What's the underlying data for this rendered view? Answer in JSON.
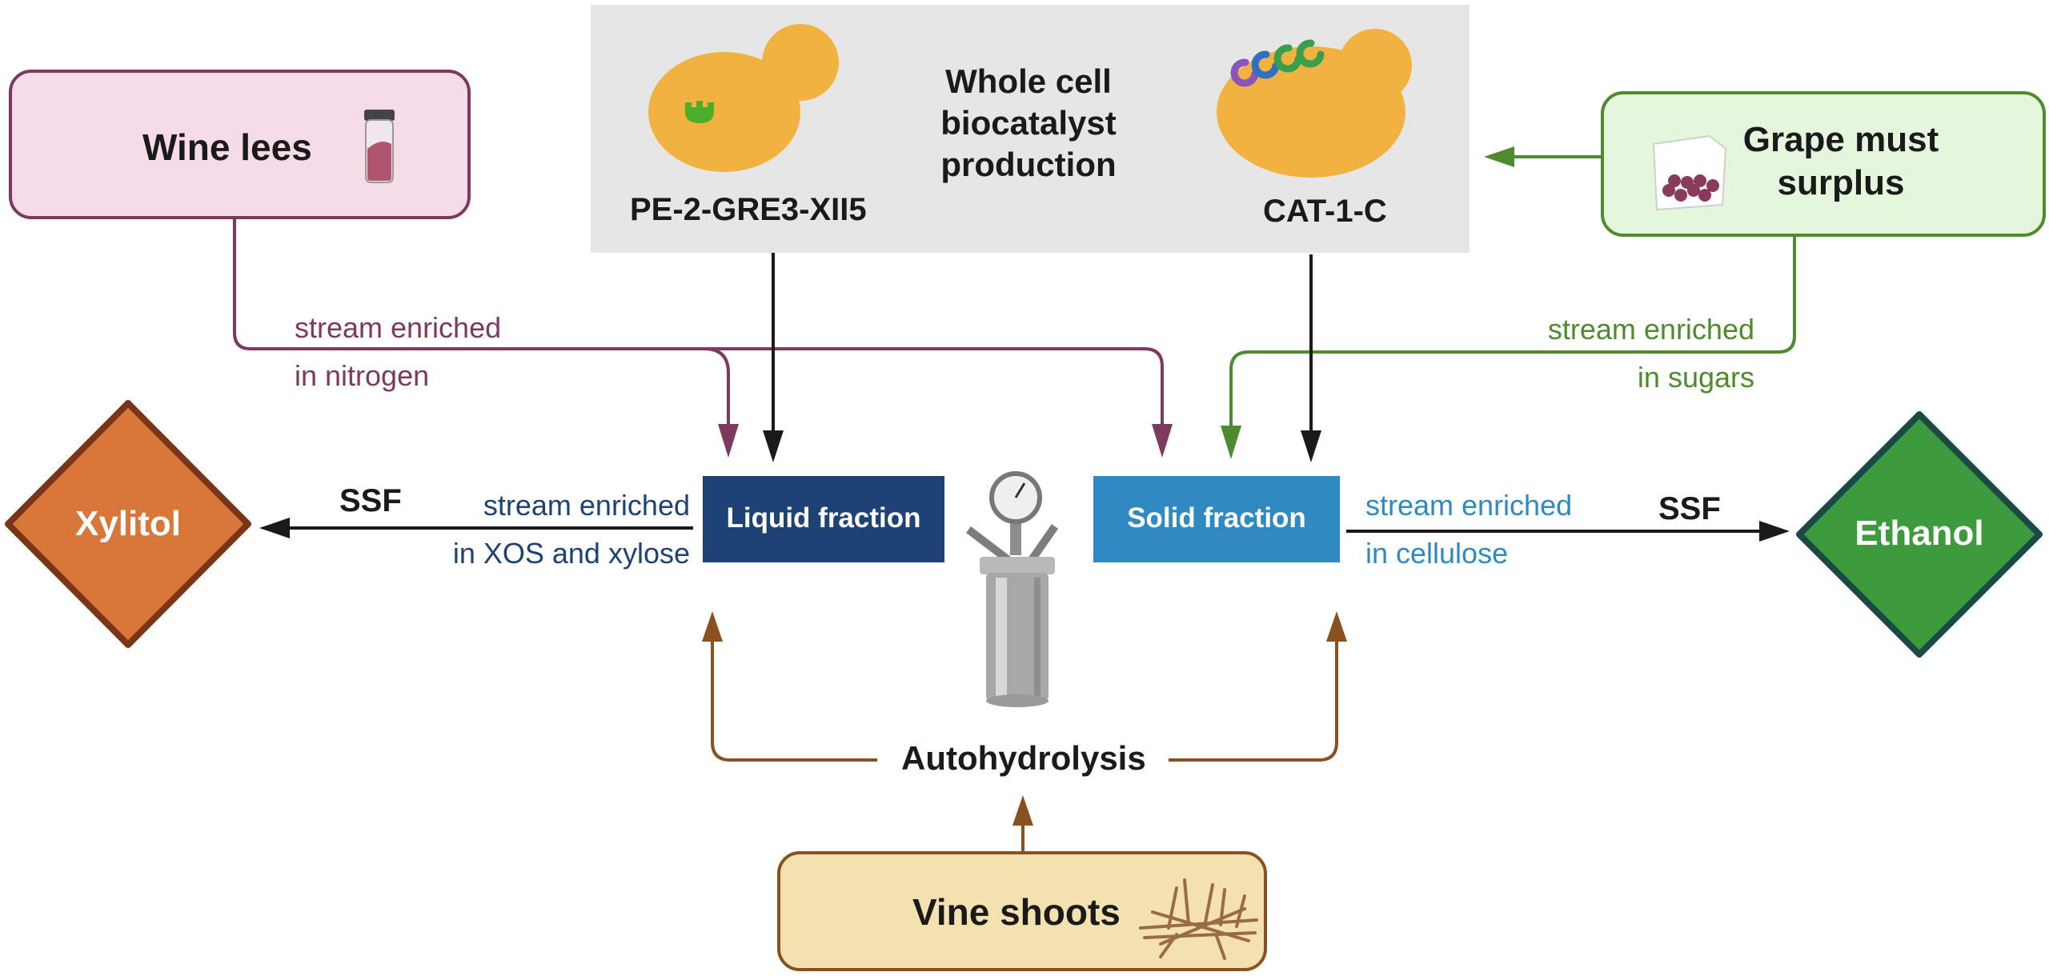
{
  "inputs": {
    "wine_lees": "Wine lees",
    "grape_must": [
      "Grape must",
      "surplus"
    ],
    "vine_shoots": "Vine shoots"
  },
  "biocatalyst": {
    "title": [
      "Whole cell",
      "biocatalyst",
      "production"
    ],
    "strain_left": "PE-2-GRE3-XII5",
    "strain_right": "CAT-1-C"
  },
  "streams": {
    "nitrogen": [
      "stream enriched",
      "in nitrogen"
    ],
    "sugars": [
      "stream enriched",
      "in sugars"
    ],
    "xos": [
      "stream enriched",
      "in XOS and xylose"
    ],
    "cellulose": [
      "stream enriched",
      "in cellulose"
    ]
  },
  "fractions": {
    "liquid": "Liquid fraction",
    "solid": "Solid fraction"
  },
  "process": {
    "ssf_left": "SSF",
    "ssf_right": "SSF",
    "autohydrolysis": "Autohydrolysis"
  },
  "products": {
    "xylitol": "Xylitol",
    "ethanol": "Ethanol"
  },
  "colors": {
    "wine": "#7e3a5e",
    "wine_fill": "#f5dce8",
    "grape": "#4f8a2c",
    "grape_fill": "#e4f6dc",
    "brown": "#8b5020",
    "vine_fill": "#f3e2b0",
    "liquid": "#1e4274",
    "solid": "#2e8ac0",
    "xylitol_fill": "#d9773a",
    "xylitol_border": "#7a3418",
    "ethanol_fill": "#3d9b3d",
    "ethanol_border": "#1b4a45",
    "yeast": "#f2b23f",
    "panel": "#e6e6e6"
  }
}
